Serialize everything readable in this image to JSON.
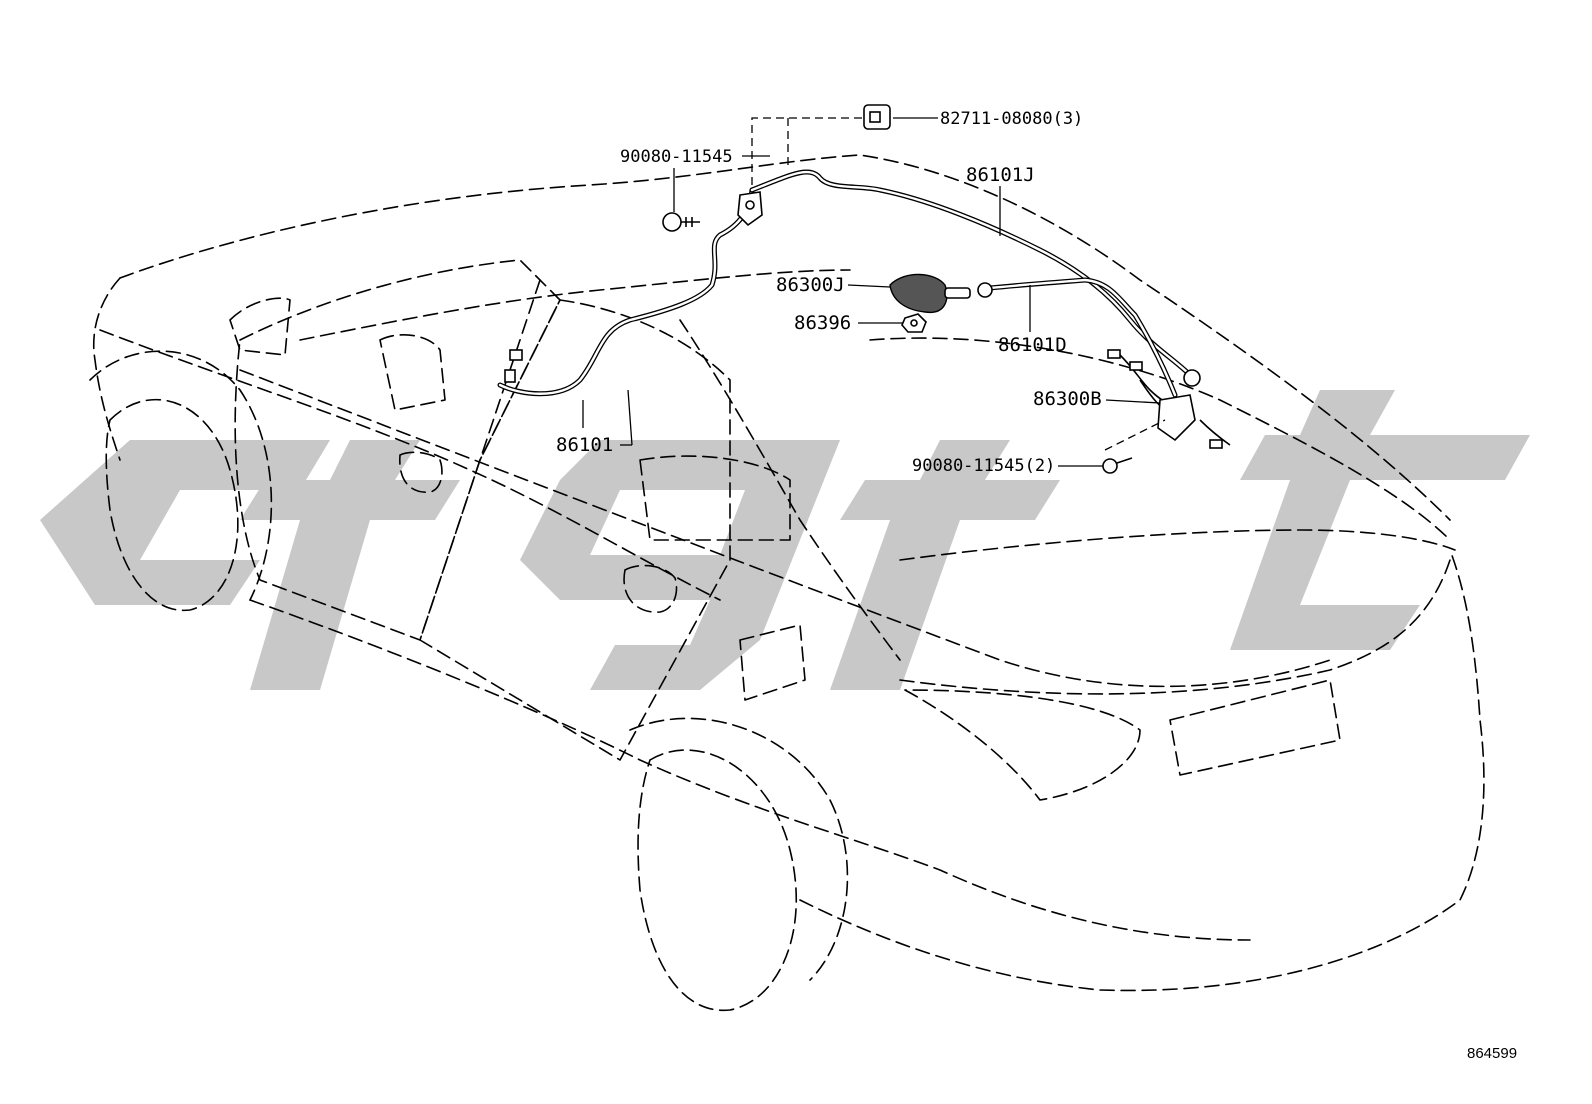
{
  "diagram": {
    "watermark": "ctgt",
    "diagram_id": "864599",
    "parts": [
      {
        "id": "p_clip",
        "label": "82711-08080(3)"
      },
      {
        "id": "p_bolt_front",
        "label": "90080-11545"
      },
      {
        "id": "p_cable_j",
        "label": "86101J"
      },
      {
        "id": "p_amp_j",
        "label": "86300J"
      },
      {
        "id": "p_nut",
        "label": "86396"
      },
      {
        "id": "p_cable_d",
        "label": "86101D"
      },
      {
        "id": "p_amp_b",
        "label": "86300B"
      },
      {
        "id": "p_bolt_rear",
        "label": "90080-11545(2)"
      },
      {
        "id": "p_cable",
        "label": "86101"
      }
    ]
  }
}
